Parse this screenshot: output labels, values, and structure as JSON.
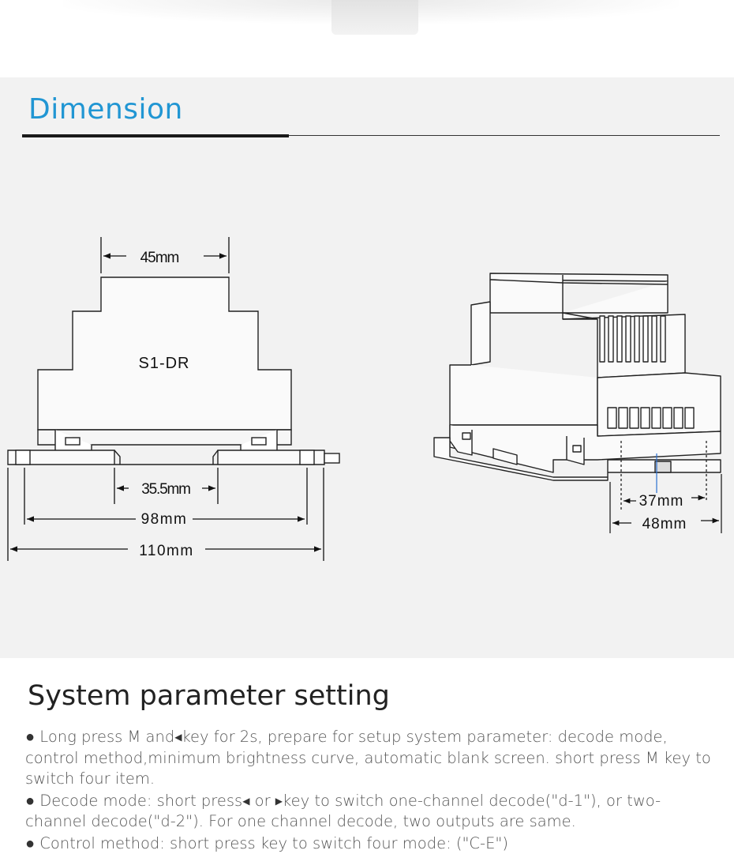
{
  "dimension": {
    "title": "Dimension",
    "model_label": "S1-DR",
    "front": {
      "width_top": "45mm",
      "rail_width": "35.5mm",
      "mid_width": "98mm",
      "total_width": "110mm"
    },
    "side": {
      "inner_width": "37mm",
      "outer_width": "48mm"
    }
  },
  "system": {
    "title": "System parameter setting",
    "bullet": "●",
    "items": [
      {
        "pre": "Long press M and",
        "arrow": "◀",
        "post": "key for 2s, prepare for setup system parameter: decode mode, control method,minimum brightness curve, automatic blank screen. short press M key to switch four item."
      },
      {
        "pre": "Decode mode: short press",
        "arrow": "◀",
        "mid": "or",
        "arrow2": "▶",
        "post": "key to switch one-channel decode(\"d-1\"), or two-channel decode(\"d-2\"). For one channel decode, two outputs are same."
      },
      {
        "pre": "Control method: short press key to switch four mode: (\"C-E\")"
      }
    ]
  }
}
